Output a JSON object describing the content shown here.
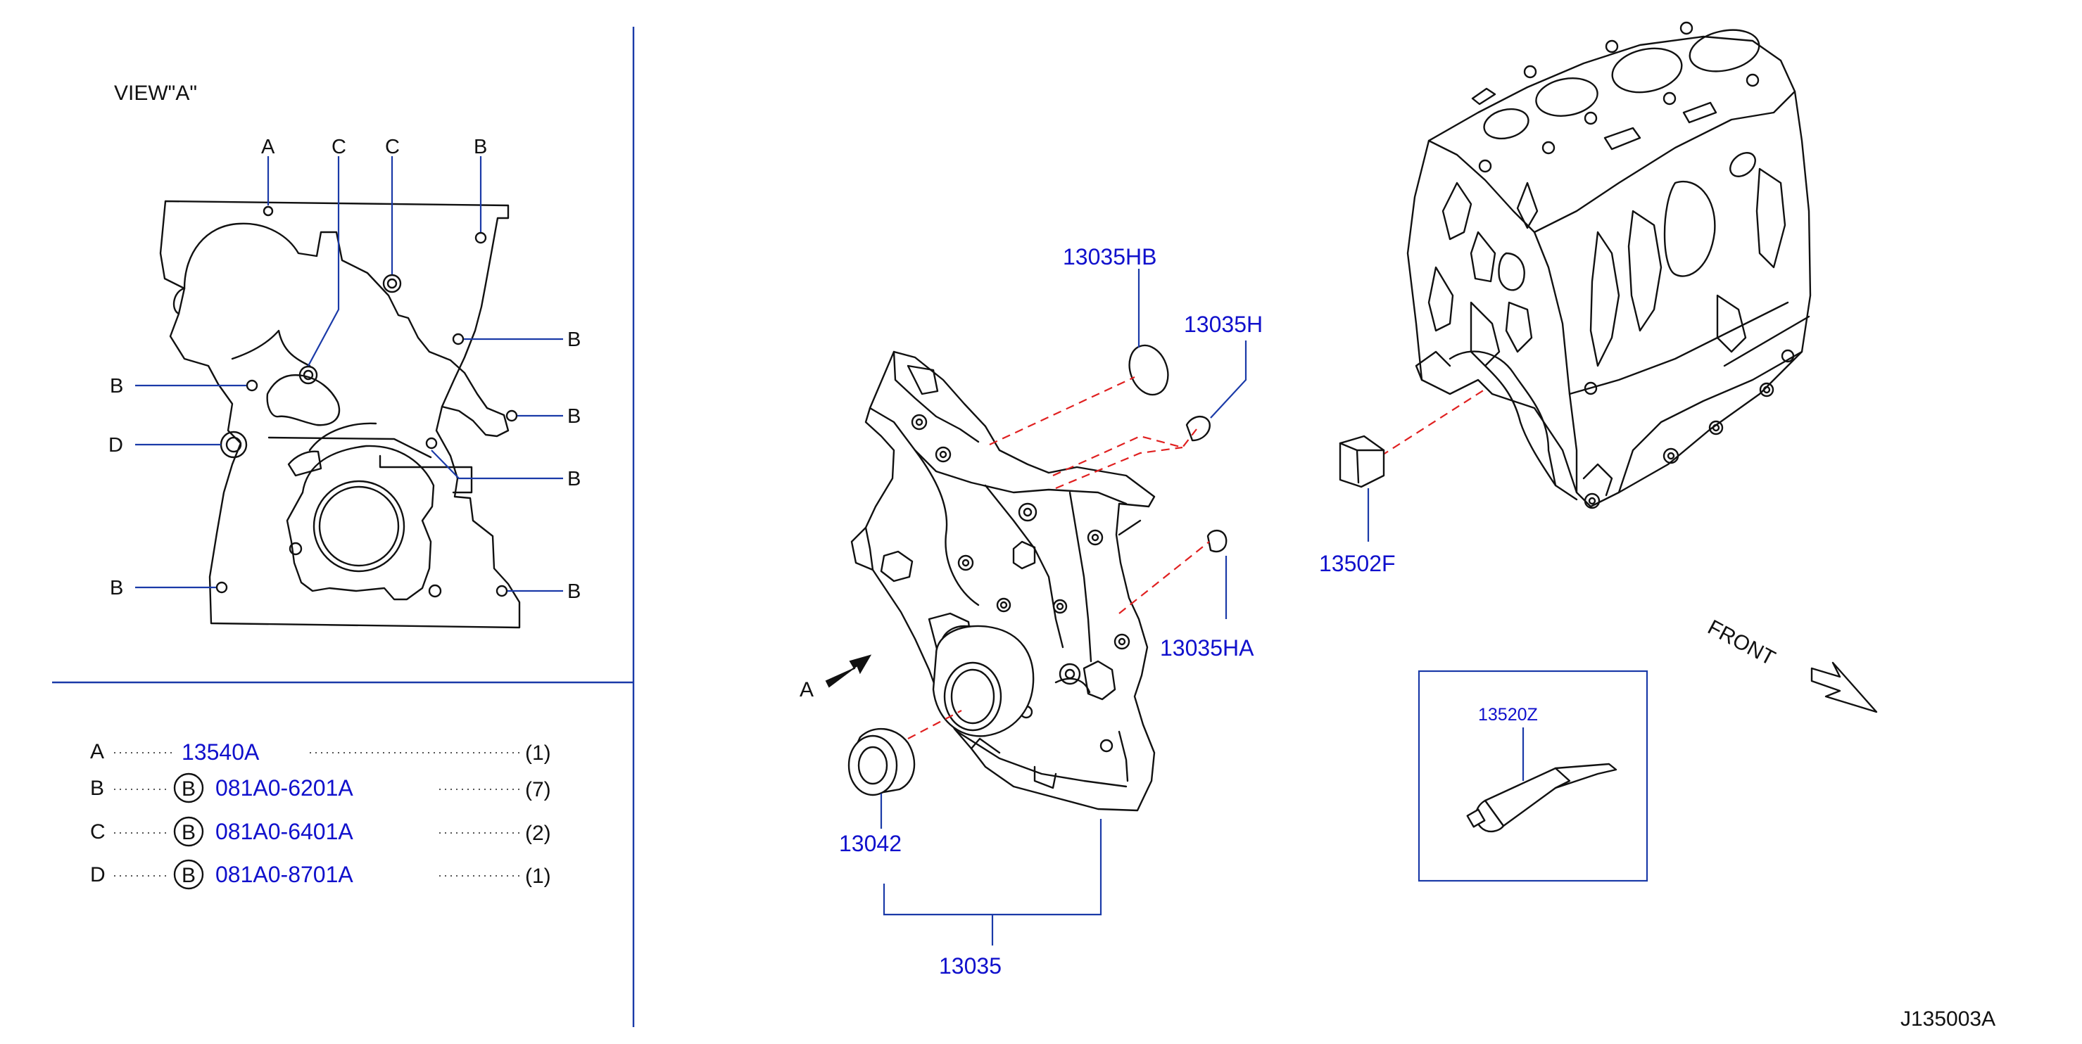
{
  "view_label": "VIEW\"A\"",
  "view_callouts": {
    "top_a": "A",
    "top_c1": "C",
    "top_c2": "C",
    "top_b": "B",
    "left_b1": "B",
    "left_d": "D",
    "left_b2": "B",
    "right_b1": "B",
    "right_b2": "B",
    "right_b3": "B",
    "right_b4": "B"
  },
  "legend": [
    {
      "letter": "A",
      "symbol": "",
      "part": "13540A",
      "qty": "(1)"
    },
    {
      "letter": "B",
      "symbol": "B",
      "part": "081A0-6201A",
      "qty": "(7)"
    },
    {
      "letter": "C",
      "symbol": "B",
      "part": "081A0-6401A",
      "qty": "(2)"
    },
    {
      "letter": "D",
      "symbol": "B",
      "part": "081A0-8701A",
      "qty": "(1)"
    }
  ],
  "parts": {
    "p13035HB": "13035HB",
    "p13035H": "13035H",
    "p13035HA": "13035HA",
    "p13502F": "13502F",
    "p13520Z": "13520Z",
    "p13042": "13042",
    "p13035": "13035"
  },
  "view_arrow_label": "A",
  "front_label": "FRONT",
  "diagram_code": "J135003A",
  "colors": {
    "part_number": "#1010cc",
    "leader": "#1a3aa8",
    "dashed_guide": "#e02020",
    "ink": "#111111"
  }
}
